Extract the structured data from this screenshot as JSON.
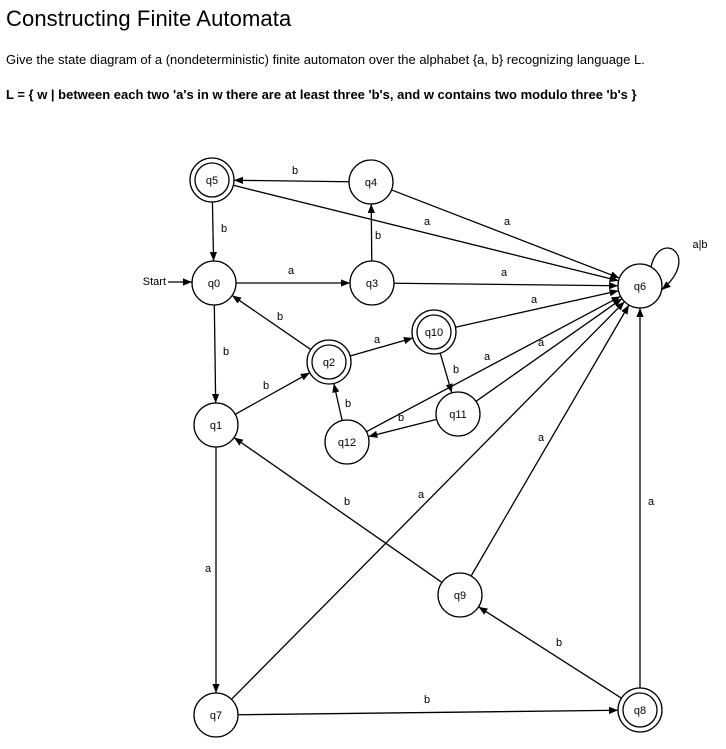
{
  "page": {
    "title": "Constructing Finite Automata",
    "description": "Give the state diagram of a (nondeterministic) finite automaton over the alphabet {a, b} recognizing language L.",
    "language": "L = { w | between each two 'a's in w there are at least three 'b's, and w contains two modulo three 'b's }"
  },
  "automaton": {
    "start_label": "Start",
    "start_state": "q0",
    "states": [
      {
        "id": "q0",
        "label": "q0",
        "accepting": false
      },
      {
        "id": "q1",
        "label": "q1",
        "accepting": false
      },
      {
        "id": "q2",
        "label": "q2",
        "accepting": true
      },
      {
        "id": "q3",
        "label": "q3",
        "accepting": false
      },
      {
        "id": "q4",
        "label": "q4",
        "accepting": false
      },
      {
        "id": "q5",
        "label": "q5",
        "accepting": true
      },
      {
        "id": "q6",
        "label": "q6",
        "accepting": false
      },
      {
        "id": "q7",
        "label": "q7",
        "accepting": false
      },
      {
        "id": "q8",
        "label": "q8",
        "accepting": true
      },
      {
        "id": "q9",
        "label": "q9",
        "accepting": false
      },
      {
        "id": "q10",
        "label": "q10",
        "accepting": true
      },
      {
        "id": "q11",
        "label": "q11",
        "accepting": false
      },
      {
        "id": "q12",
        "label": "q12",
        "accepting": false
      }
    ],
    "transitions": [
      {
        "from": "q0",
        "to": "q3",
        "label": "a"
      },
      {
        "from": "q0",
        "to": "q1",
        "label": "b"
      },
      {
        "from": "q1",
        "to": "q2",
        "label": "b"
      },
      {
        "from": "q1",
        "to": "q7",
        "label": "a"
      },
      {
        "from": "q2",
        "to": "q0",
        "label": "b"
      },
      {
        "from": "q2",
        "to": "q10",
        "label": "a"
      },
      {
        "from": "q3",
        "to": "q4",
        "label": "b"
      },
      {
        "from": "q3",
        "to": "q6",
        "label": "a"
      },
      {
        "from": "q4",
        "to": "q5",
        "label": "b"
      },
      {
        "from": "q4",
        "to": "q6",
        "label": "a"
      },
      {
        "from": "q5",
        "to": "q0",
        "label": "b"
      },
      {
        "from": "q5",
        "to": "q6",
        "label": "a"
      },
      {
        "from": "q6",
        "to": "q6",
        "label": "a|b"
      },
      {
        "from": "q7",
        "to": "q8",
        "label": "b"
      },
      {
        "from": "q7",
        "to": "q6",
        "label": "a"
      },
      {
        "from": "q8",
        "to": "q9",
        "label": "b"
      },
      {
        "from": "q8",
        "to": "q6",
        "label": "a"
      },
      {
        "from": "q9",
        "to": "q1",
        "label": "b"
      },
      {
        "from": "q9",
        "to": "q6",
        "label": "a"
      },
      {
        "from": "q10",
        "to": "q11",
        "label": "b"
      },
      {
        "from": "q10",
        "to": "q6",
        "label": "a"
      },
      {
        "from": "q11",
        "to": "q12",
        "label": "b"
      },
      {
        "from": "q11",
        "to": "q6",
        "label": "a"
      },
      {
        "from": "q12",
        "to": "q2",
        "label": "b"
      },
      {
        "from": "q12",
        "to": "q6",
        "label": "a"
      }
    ]
  }
}
